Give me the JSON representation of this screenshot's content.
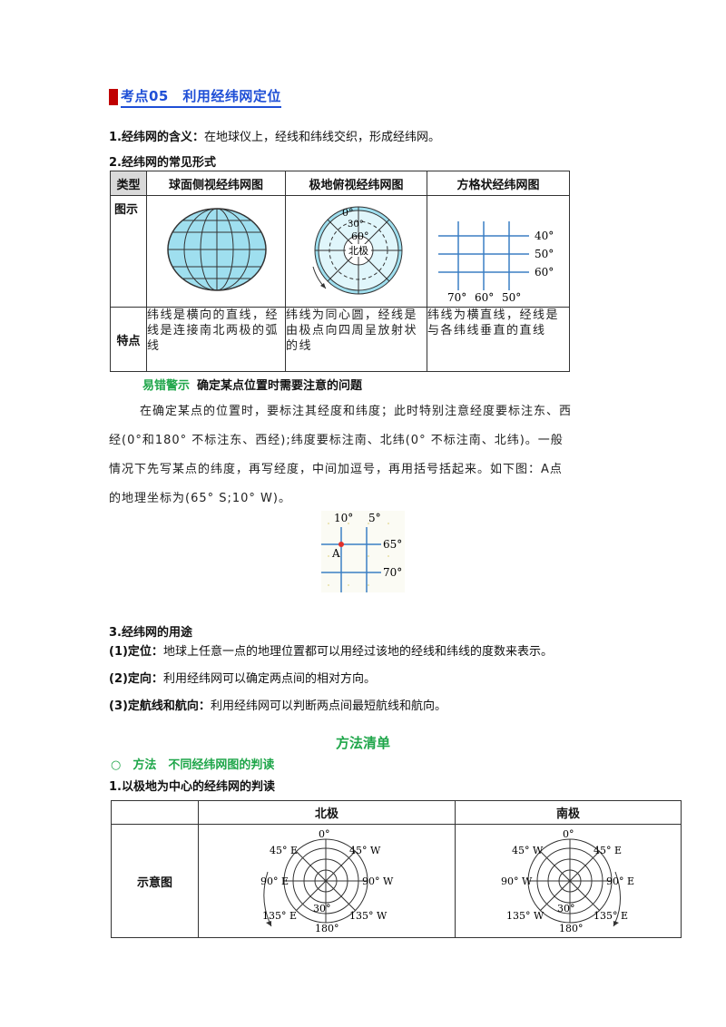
{
  "section": {
    "title": "考点05　利用经纬网定位"
  },
  "p1": {
    "label": "1.经纬网的含义：",
    "text": "在地球仪上，经线和纬线交织，形成经纬网。"
  },
  "p2": {
    "label": "2.经纬网的常见形式"
  },
  "table1": {
    "headers": [
      "类型",
      "球面侧视经纬网图",
      "极地俯视经纬网图",
      "方格状经纬网图"
    ],
    "row_figure_label": "图示",
    "row_feature_label": "特点",
    "features": [
      "纬线是横向的直线，经线是连接南北两极的弧线",
      "纬线为同心圆，经线是由极点向四周呈放射状的线",
      "纬线为横直线，经线是与各纬线垂直的直线"
    ],
    "polar_labels": {
      "lon": "0°",
      "lat1": "30°",
      "lat2": "60°",
      "pole": "北极"
    },
    "grid_labels": {
      "lat": [
        "40°",
        "50°",
        "60°"
      ],
      "lon": [
        "70°",
        "60°",
        "50°"
      ]
    }
  },
  "warning": {
    "tag": "易错警示",
    "title": "确定某点位置时需要注意的问题"
  },
  "paragraph": "在确定某点的位置时，要标注其经度和纬度；此时特别注意经度要标注东、西经(0°和180° 不标注东、西经);纬度要标注南、北纬(0° 不标注南、北纬)。一般情况下先写某点的纬度，再写经度，中间加逗号，再用括号括起来。如下图：A点的地理坐标为(65° S;10° W)。",
  "small_grid": {
    "top": [
      "10°",
      "5°"
    ],
    "right": [
      "65°",
      "70°"
    ],
    "point": "A"
  },
  "p3": {
    "label": "3.经纬网的用途",
    "items": [
      {
        "label": "(1)定位：",
        "text": "地球上任意一点的地理位置都可以用经过该地的经线和纬线的度数来表示。"
      },
      {
        "label": "(2)定向：",
        "text": "利用经纬网可以确定两点间的相对方向。"
      },
      {
        "label": "(3)定航线和航向：",
        "text": "利用经纬网可以判断两点间最短航线和航向。"
      }
    ]
  },
  "method": {
    "title": "方法清单",
    "sub": "○　方法　不同经纬网图的判读",
    "item1": "1.以极地为中心的经纬网的判读"
  },
  "table2": {
    "headers": [
      "",
      "北极",
      "南极"
    ],
    "row_label": "示意图",
    "north": {
      "top": "0°",
      "tl": "45° E",
      "tr": "45° W",
      "l": "90° E",
      "r": "90° W",
      "bl": "135° E",
      "br": "135° W",
      "lat": "30°",
      "bottom": "180°"
    },
    "south": {
      "top": "0°",
      "tl": "45° W",
      "tr": "45° E",
      "l": "90° W",
      "r": "90° E",
      "bl": "135° W",
      "br": "135° E",
      "lat": "30°",
      "bottom": "180°"
    }
  },
  "colors": {
    "blue_heading": "#1f4fd6",
    "green": "#1fa64a",
    "red_mark": "#c00000",
    "globe_fill": "#9fdfef",
    "grid_line": "#3b7fc4"
  }
}
